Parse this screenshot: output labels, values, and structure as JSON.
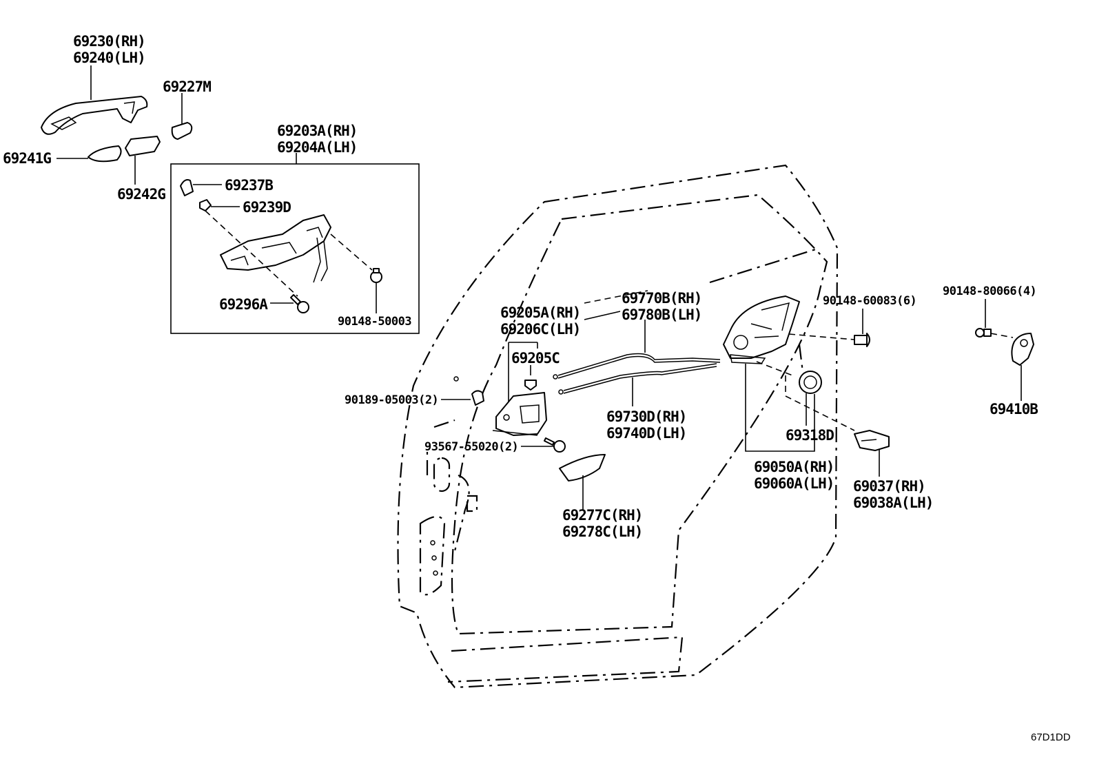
{
  "diagram": {
    "parts": {
      "handle_outer": [
        "69230(RH)",
        "69240(LH)"
      ],
      "cover_69227M": "69227M",
      "pad_69241G": "69241G",
      "pad_69242G": "69242G",
      "frame_set": [
        "69203A(RH)",
        "69204A(LH)"
      ],
      "cap_69237B": "69237B",
      "cushion_69239D": "69239D",
      "screw_69296A": "69296A",
      "screw_90148_50003": "90148-50003",
      "inside_handle": [
        "69205A(RH)",
        "69206C(LH)"
      ],
      "bezel_69205C": "69205C",
      "clip_90189": "90189-05003(2)",
      "screw_93567": "93567-55020(2)",
      "cable_lock": [
        "69770B(RH)",
        "69780B(LH)"
      ],
      "cable_open": [
        "69730D(RH)",
        "69740D(LH)"
      ],
      "handle_cover": [
        "69277C(RH)",
        "69278C(LH)"
      ],
      "screw_90148_60083": "90148-60083(6)",
      "grommet_69318D": "69318D",
      "lock_assy": [
        "69050A(RH)",
        "69060A(LH)"
      ],
      "bracket_lock": [
        "69037(RH)",
        "69038A(LH)"
      ],
      "screw_90148_80066": "90148-80066(4)",
      "striker_69410B": "69410B"
    },
    "figure_code": "67D1DD"
  }
}
